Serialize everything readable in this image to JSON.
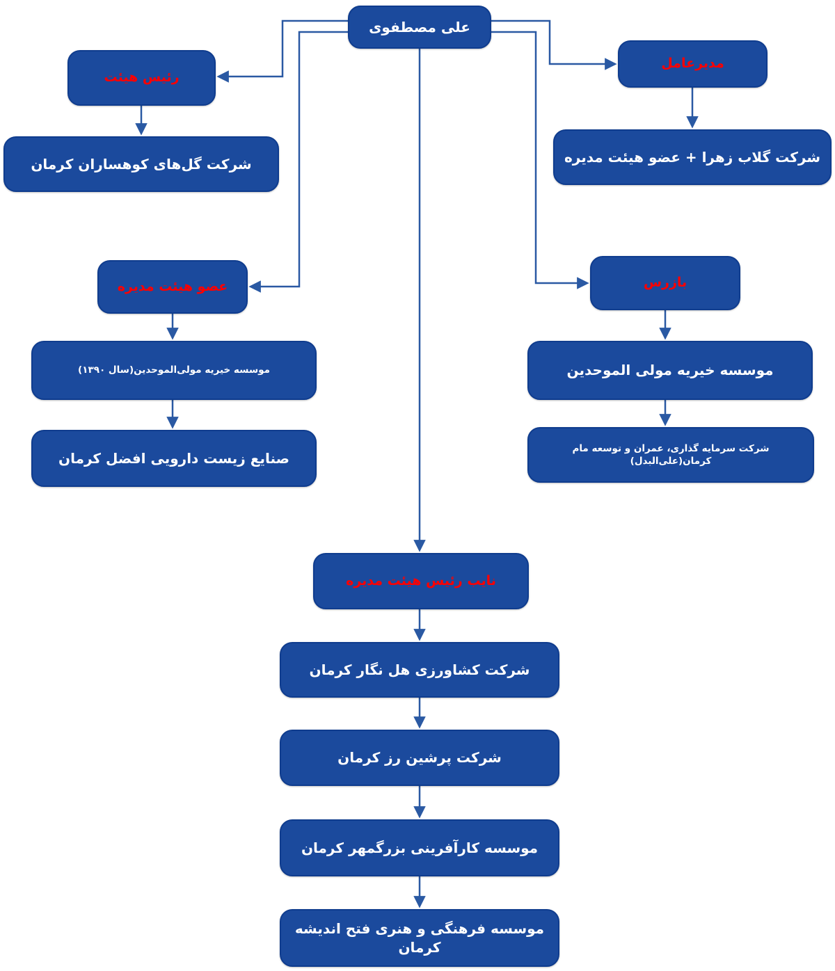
{
  "colors": {
    "box_background": "#1b4a9d",
    "box_border": "#0f3c8e",
    "role_text": "#ff0000",
    "company_text": "#ffffff",
    "arrow": "#2a59a3",
    "page_background": "#ffffff"
  },
  "nodes": {
    "person": "علی مصطفوی",
    "chairman_role": "رئیس هیئت",
    "chairman_company": "شرکت گل‌های کوهساران کرمان",
    "ceo_role": "مدیرعامل",
    "ceo_company": "شرکت گلاب زهرا + عضو هیئت مدیره",
    "board_member_role": "عضو هیئت مدیره",
    "board_member_company1": "موسسه خیریه مولی‌الموحدین(سال ۱۳۹۰)",
    "board_member_company2": "صنایع زیست دارویی افضل کرمان",
    "inspector_role": "بازرس",
    "inspector_company1": "موسسه خیریه مولی الموحدین",
    "inspector_company2": "شرکت سرمایه گذاری، عمران و توسعه مام کرمان(علی‌البدل)",
    "vice_chairman_role": "نایب رئیس هیئت مدیره",
    "vice_company1": "شرکت کشاورزی هل نگار کرمان",
    "vice_company2": "شرکت پرشین رز کرمان",
    "vice_company3": "موسسه کارآفرینی بزرگمهر کرمان",
    "vice_company4": "موسسه فرهنگی و هنری فتح اندیشه کرمان"
  }
}
